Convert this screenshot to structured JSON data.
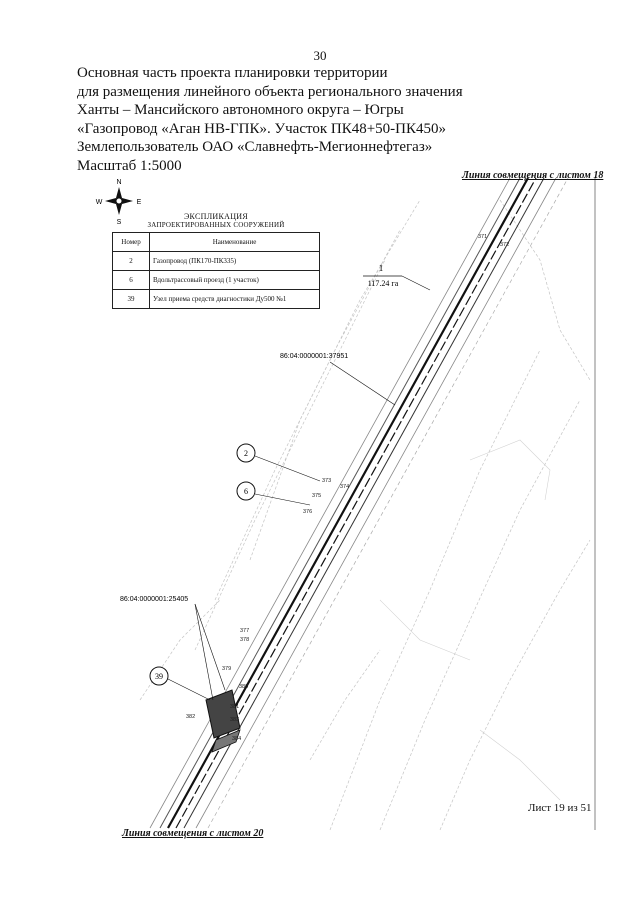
{
  "page_number": "30",
  "heading": [
    "Основная часть проекта планировки территории",
    "для размещения линейного объекта регионального значения",
    "Ханты – Мансийского автономного округа – Югры",
    "«Газопровод «Аган НВ-ГПК». Участок ПК48+50-ПК450»",
    "Землепользователь ОАО «Славнефть-Мегионнефтегаз»",
    "Масштаб 1:5000"
  ],
  "compass": {
    "n": "N",
    "s": "S",
    "w": "W",
    "e": "E"
  },
  "explication": {
    "title": "ЭКСПЛИКАЦИЯ",
    "subtitle": "ЗАПРОЕКТИРОВАННЫХ СООРУЖЕНИЙ",
    "headers": [
      "Номер",
      "Наименование"
    ],
    "rows": [
      {
        "num": "2",
        "name": "Газопровод (ПК170-ПК335)"
      },
      {
        "num": "6",
        "name": "Вдольтрассовый проезд (1 участок)"
      },
      {
        "num": "39",
        "name": "Узел приема средств диагностики Ду500 №1"
      }
    ]
  },
  "captions": {
    "top": "Линия совмещения с листом 18",
    "bottom": "Линия совмещения с листом 20",
    "sheet": "Лист 19 из 51"
  },
  "map_labels": {
    "area_number": "1",
    "area_value": "117.24 га",
    "cadastral_1": "86:04:0000001:37951",
    "cadastral_2": "86:04:0000001:25405",
    "callouts": [
      "2",
      "6",
      "39"
    ],
    "points": [
      "371",
      "372",
      "373",
      "374",
      "375",
      "376",
      "377",
      "378",
      "379",
      "380",
      "381",
      "382",
      "383",
      "384"
    ]
  },
  "colors": {
    "ink": "#111111",
    "corridor": "#222222",
    "contour": "#b8b8b8"
  }
}
